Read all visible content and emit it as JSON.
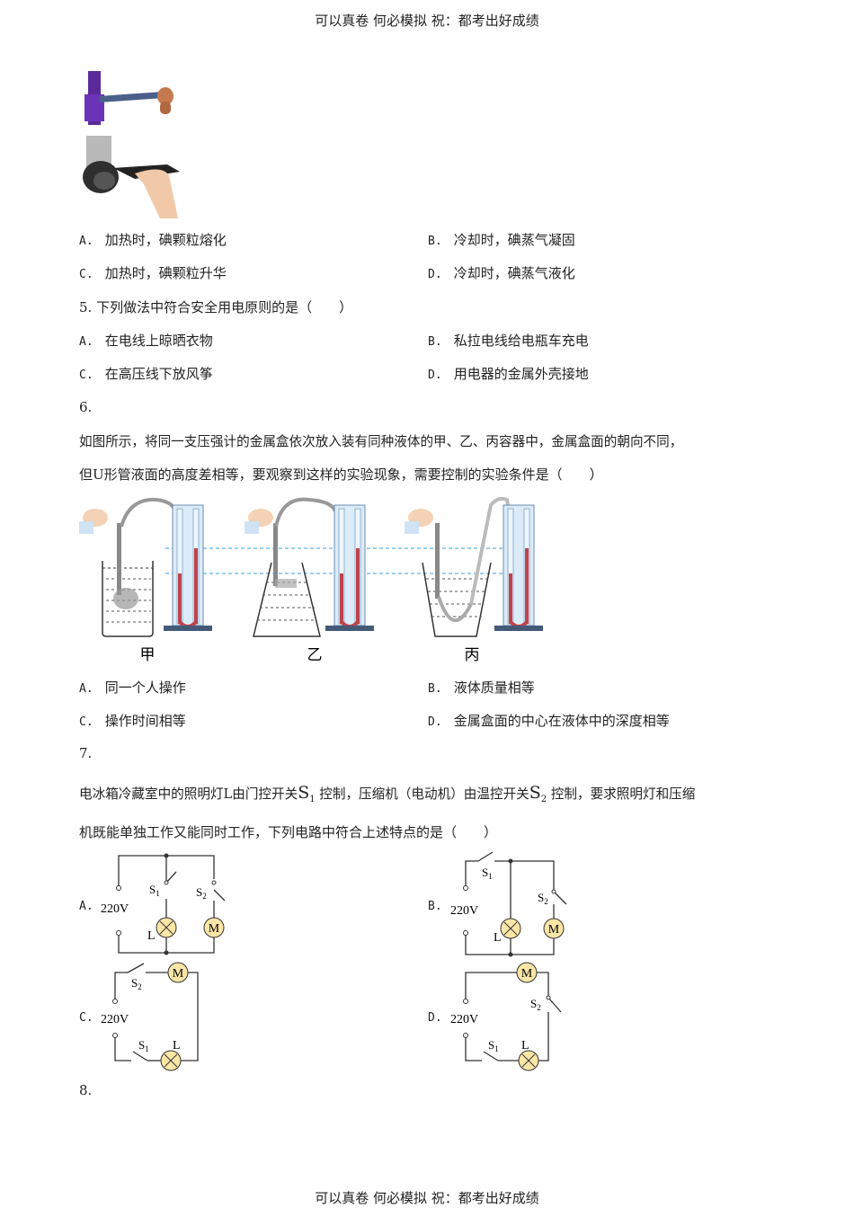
{
  "header": {
    "text": "可以真卷 何必模拟 祝：都考出好成绩"
  },
  "footer": {
    "text": "可以真卷 何必模拟 祝：都考出好成绩"
  },
  "q4": {
    "options": [
      {
        "label": "A.",
        "text": "加热时，碘颗粒熔化"
      },
      {
        "label": "B.",
        "text": "冷却时，碘蒸气凝固"
      },
      {
        "label": "C.",
        "text": "加热时，碘颗粒升华"
      },
      {
        "label": "D.",
        "text": "冷却时，碘蒸气液化"
      }
    ]
  },
  "q5": {
    "stem": "5. 下列做法中符合安全用电原则的是（　　）",
    "options": [
      {
        "label": "A.",
        "text": "在电线上晾晒衣物"
      },
      {
        "label": "B.",
        "text": "私拉电线给电瓶车充电"
      },
      {
        "label": "C.",
        "text": "在高压线下放风筝"
      },
      {
        "label": "D.",
        "text": "用电器的金属外壳接地"
      }
    ]
  },
  "q6": {
    "number": "6.",
    "stem_line1": "如图所示，将同一支压强计的金属盒依次放入装有同种液体的甲、乙、丙容器中，金属盒面的朝向不同，",
    "stem_line2": "但U形管液面的高度差相等，要观察到这样的实验现象，需要控制的实验条件是（　　）",
    "figure_labels": [
      "甲",
      "乙",
      "丙"
    ],
    "options": [
      {
        "label": "A.",
        "text": "同一个人操作"
      },
      {
        "label": "B.",
        "text": "液体质量相等"
      },
      {
        "label": "C.",
        "text": "操作时间相等"
      },
      {
        "label": "D.",
        "text": "金属盒面的中心在液体中的深度相等"
      }
    ]
  },
  "q7": {
    "number": "7.",
    "stem_line1_a": "电冰箱冷藏室中的照明灯L由门控开关",
    "stem_line1_b": "控制，压缩机（电动机）由温控开关",
    "stem_line1_c": "控制，要求照明灯和压缩",
    "s_letter": "S",
    "sub1": "1",
    "sub2": "2",
    "stem_line2": "机既能单独工作又能同时工作，下列电路中符合上述特点的是（　　）",
    "circuit": {
      "voltage": "220V",
      "lamp": "L",
      "motor": "M",
      "switch_letter": "S",
      "sub1": "1",
      "sub2": "2"
    },
    "options": [
      {
        "label": "A."
      },
      {
        "label": "B."
      },
      {
        "label": "C."
      },
      {
        "label": "D."
      }
    ]
  },
  "q8": {
    "number": "8."
  }
}
